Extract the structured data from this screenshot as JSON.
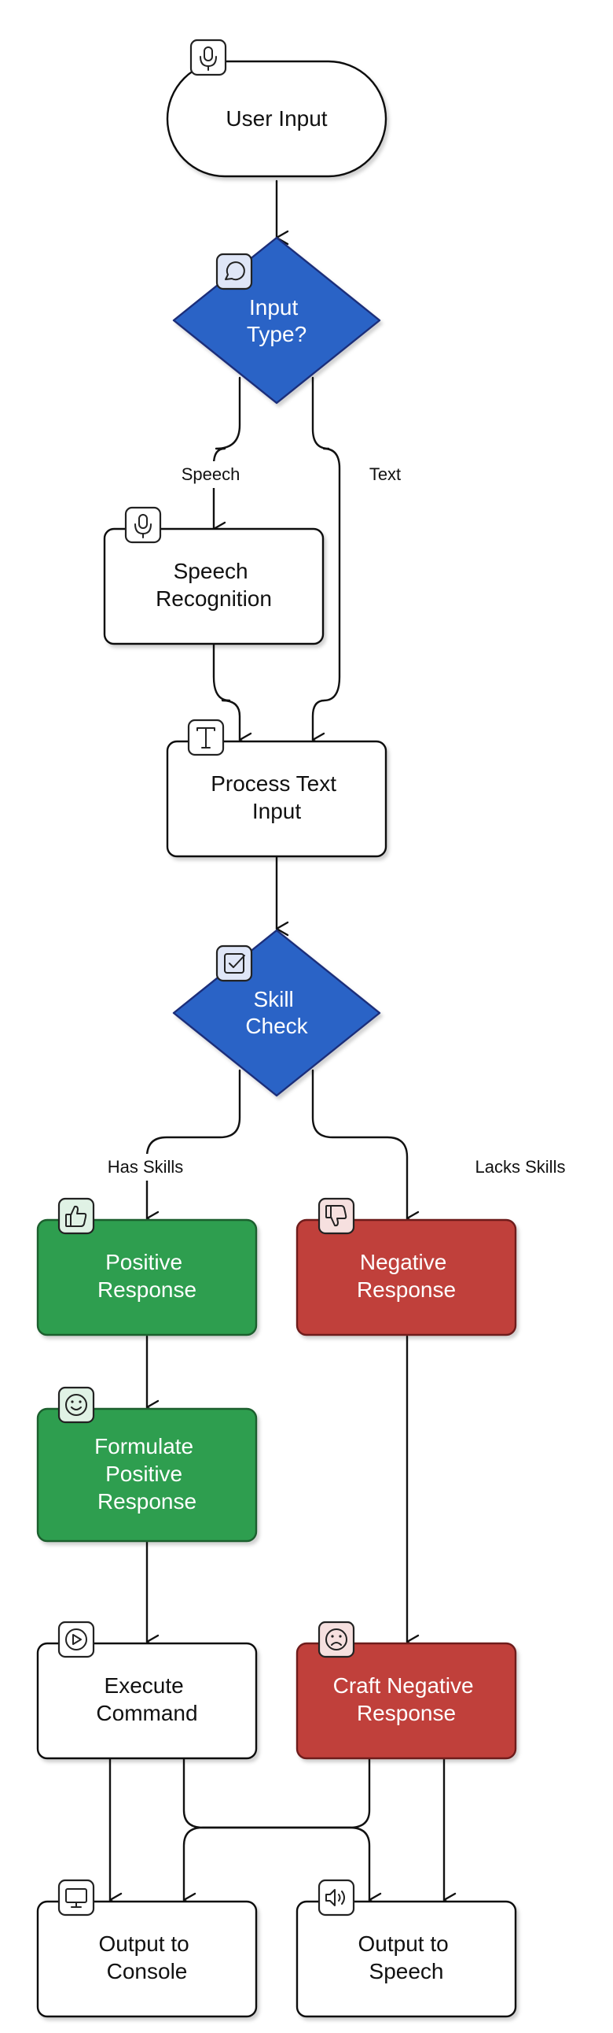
{
  "colors": {
    "blue": "#2b63c6",
    "blue_stroke": "#1a2f7a",
    "green": "#2f9e4f",
    "green_stroke": "#1d5e2f",
    "red": "#c0403b",
    "red_stroke": "#6e1f1c",
    "white": "#ffffff",
    "line": "#111111"
  },
  "nodes": {
    "user_input": {
      "label": "User Input",
      "icon": "microphone-icon"
    },
    "input_type": {
      "label": "Input Type?",
      "icon": "chat-bubble-icon"
    },
    "speech_rec": {
      "label": "Speech Recognition",
      "icon": "microphone-icon"
    },
    "process_text": {
      "label": "Process Text Input",
      "icon": "text-icon"
    },
    "skill_check": {
      "label": "Skill Check",
      "icon": "checkbox-icon"
    },
    "positive": {
      "label": "Positive Response",
      "icon": "thumbs-up-icon"
    },
    "negative": {
      "label": "Negative Response",
      "icon": "thumbs-down-icon"
    },
    "formulate": {
      "label": "Formulate Positive Response",
      "icon": "smile-icon"
    },
    "execute": {
      "label": "Execute Command",
      "icon": "play-icon"
    },
    "craft_negative": {
      "label": "Craft Negative Response",
      "icon": "frown-icon"
    },
    "out_console": {
      "label": "Output to Console",
      "icon": "monitor-icon"
    },
    "out_speech": {
      "label": "Output to Speech",
      "icon": "speaker-icon"
    }
  },
  "edge_labels": {
    "speech": "Speech",
    "text": "Text",
    "has_skills": "Has Skills",
    "lacks_skills": "Lacks Skills"
  }
}
